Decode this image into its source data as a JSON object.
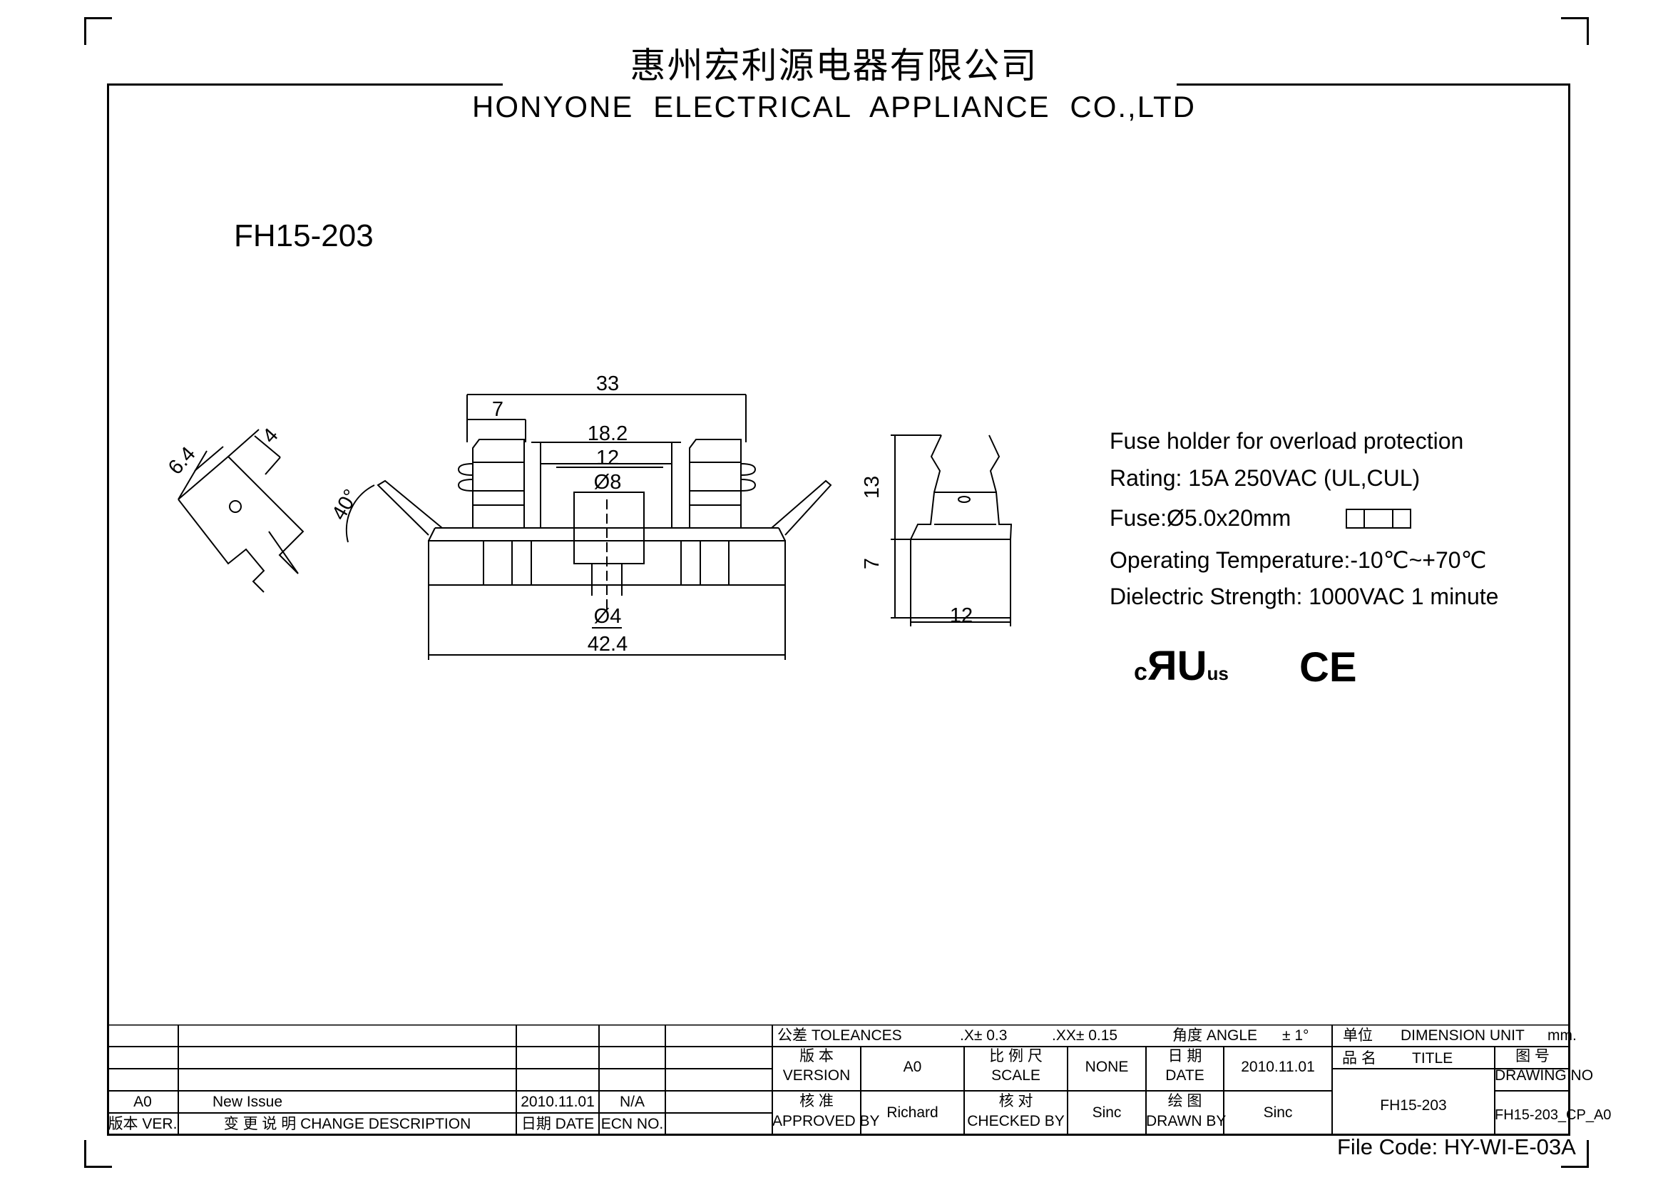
{
  "header": {
    "company_cn": "惠州宏利源电器有限公司",
    "company_en": "HONYONE ELECTRICAL APPLIANCE CO.,LTD"
  },
  "model": "FH15-203",
  "dimensions": {
    "top_width": "33",
    "clip_width": "7",
    "inner_span": "18.2",
    "center_width": "12",
    "bore": "Ø8",
    "pin": "Ø4",
    "base_length": "42.4",
    "side_height_top": "13",
    "side_height_base": "7",
    "side_width": "12",
    "tab_length": "6.4",
    "tab_width": "4",
    "tab_angle": "40°"
  },
  "specs": {
    "description": "Fuse holder for overload protection",
    "rating": "Rating: 15A 250VAC (UL,CUL)",
    "fuse": "Fuse:Ø5.0x20mm",
    "temperature": "Operating Temperature:-10℃~+70℃",
    "dielectric": "Dielectric Strength: 1000VAC 1 minute"
  },
  "marks": {
    "ul_left": "c",
    "ul_mid": "Я",
    "ul_mid2": "U",
    "ul_right": "us",
    "ce": "CE"
  },
  "title_block": {
    "tolerance_label": "公差 TOLEANCES",
    "tol_x": ".X± 0.3",
    "tol_xx": ".XX± 0.15",
    "angle_label": "角度 ANGLE",
    "angle_value": "± 1°",
    "unit_cn": "单位",
    "unit_label": "DIMENSION UNIT",
    "unit_value": "mm.",
    "version_cn": "版 本",
    "version_en": "VERSION",
    "version_value": "A0",
    "scale_cn": "比 例 尺",
    "scale_en": "SCALE",
    "scale_value": "NONE",
    "date_cn": "日 期",
    "date_en": "DATE",
    "date_value": "2010.11.01",
    "title_cn": "品 名",
    "title_en": "TITLE",
    "drawing_no_cn": "图 号",
    "drawing_no_en": "DRAWING NO",
    "approved_cn": "核 准",
    "approved_en": "APPROVED BY",
    "approved_value": "Richard",
    "checked_cn": "核 对",
    "checked_en": "CHECKED BY",
    "checked_value": "Sinc",
    "drawn_cn": "绘 图",
    "drawn_en": "DRAWN BY",
    "drawn_value": "Sinc",
    "title_value": "FH15-203",
    "drawing_no_value": "FH15-203_CP_A0",
    "rev_ver": "A0",
    "rev_desc": "New Issue",
    "rev_date": "2010.11.01",
    "rev_ecn": "N/A",
    "col_ver": "版本 VER.",
    "col_desc": "变 更 说 明   CHANGE DESCRIPTION",
    "col_date": "日期 DATE",
    "col_ecn": "ECN NO."
  },
  "file_code": "File Code: HY-WI-E-03A"
}
